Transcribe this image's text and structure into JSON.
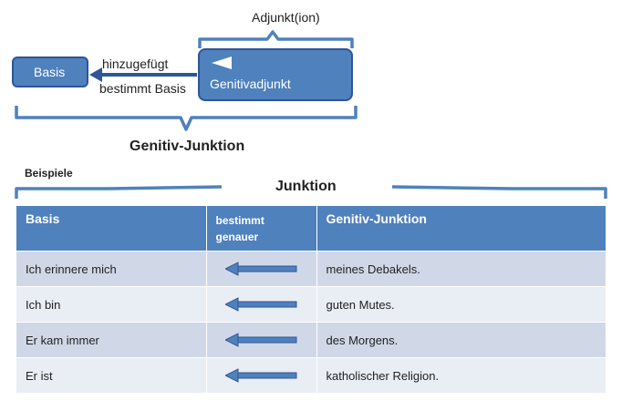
{
  "diagram": {
    "adjunkt_label": "Adjunkt(ion)",
    "basis_box": "Basis",
    "genitivadjunkt_box": "Genitivadjunkt",
    "arrow_top_label": "hinzugefügt",
    "arrow_bottom_label": "bestimmt Basis",
    "junktion_caption": "Genitiv-Junktion"
  },
  "examples": {
    "label": "Beispiele",
    "title": "Junktion",
    "headers": [
      "Basis",
      "bestimmt genauer",
      "Genitiv-Junktion"
    ],
    "rows": [
      {
        "basis": "Ich erinnere mich",
        "junktion": "meines Debakels."
      },
      {
        "basis": "Ich bin",
        "junktion": "guten Mutes."
      },
      {
        "basis": "Er kam immer",
        "junktion": "des Morgens."
      },
      {
        "basis": "Er ist",
        "junktion": "katholischer Religion."
      }
    ]
  },
  "colors": {
    "box_fill": "#4f81bd",
    "box_border": "#2f5597",
    "bracket": "#4f81bd",
    "header_fill": "#4f81bd",
    "row_odd": "#d0d8e8",
    "row_even": "#e9edf4"
  }
}
